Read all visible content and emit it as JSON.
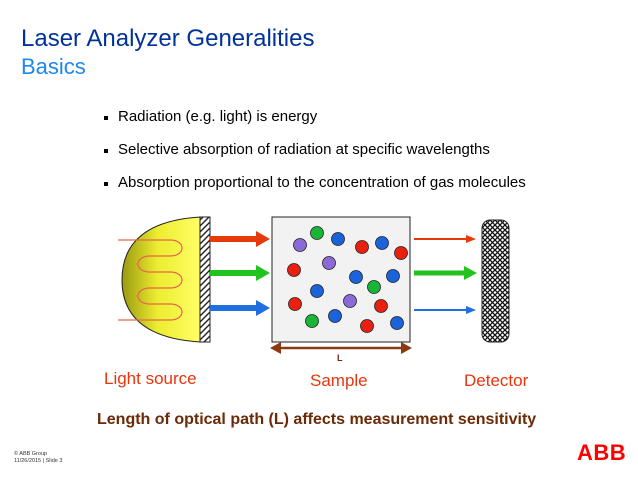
{
  "slide": {
    "title": "Laser Analyzer Generalities",
    "subtitle": "Basics",
    "bullets": [
      "Radiation (e.g. light) is energy",
      "Selective absorption of radiation at specific wavelengths",
      "Absorption proportional to the concentration of gas molecules"
    ]
  },
  "diagram": {
    "path_label": "L",
    "light_source_label": "Light source",
    "sample_label": "Sample",
    "detector_label": "Detector",
    "beam_colors": [
      "#e63a0a",
      "#22c21f",
      "#1f6fe0"
    ],
    "molecule_colors": {
      "red": "#e8200f",
      "blue": "#1a63d8",
      "green": "#19b536",
      "purple": "#8b6ad8"
    }
  },
  "caption": "Length of optical path (L) affects measurement sensitivity",
  "footer": {
    "copyright": "© ABB Group",
    "date": "11/26/2015",
    "slide": "| Slide 3",
    "logo_text": "ABB"
  }
}
